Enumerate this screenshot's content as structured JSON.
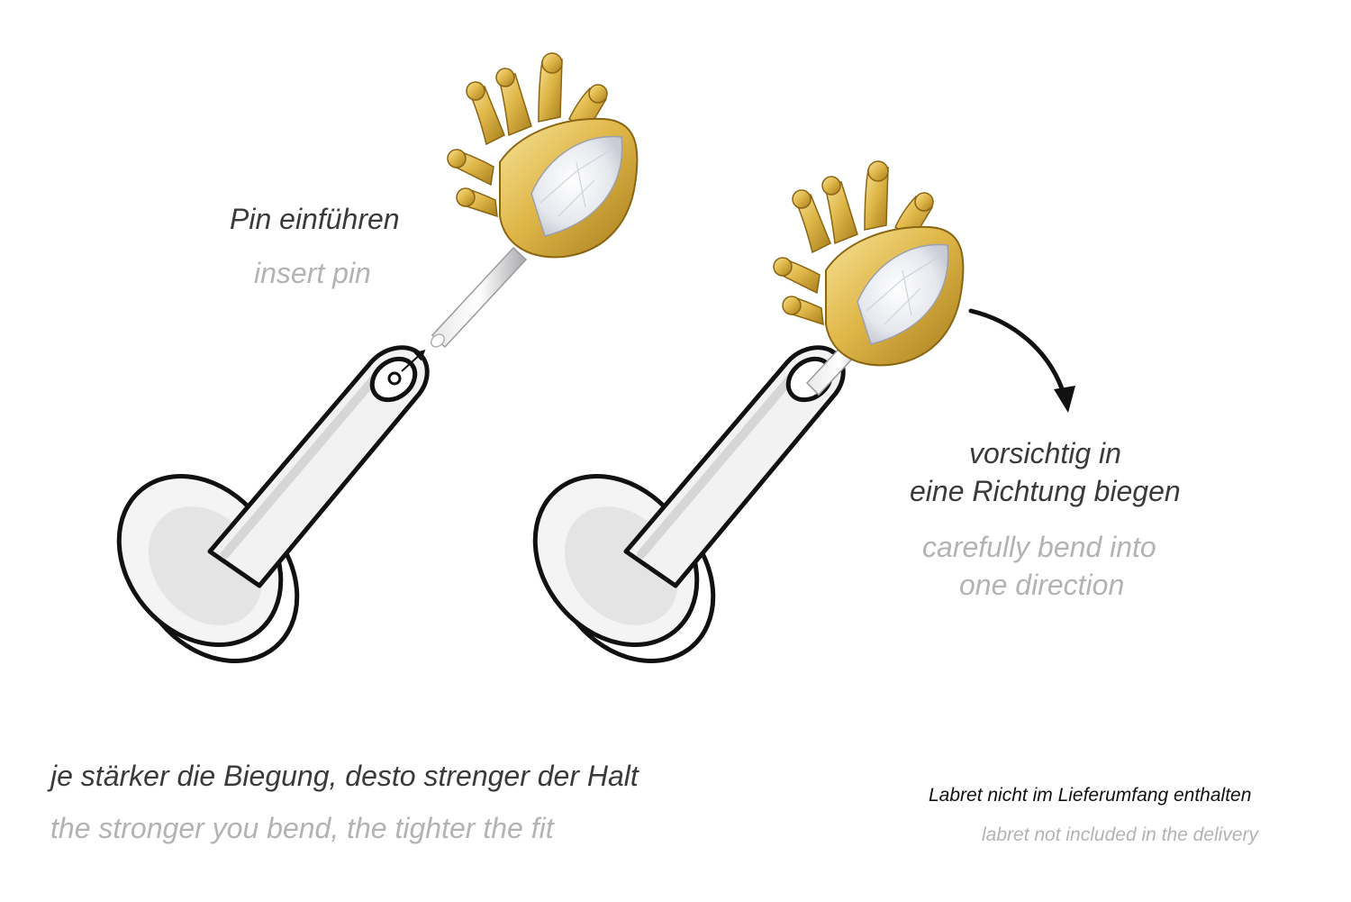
{
  "step_insert": {
    "title_de": "Pin einführen",
    "title_en": "insert pin"
  },
  "step_bend": {
    "title_de_line1": "vorsichtig in",
    "title_de_line2": "eine Richtung biegen",
    "title_en_line1": "carefully bend into",
    "title_en_line2": "one direction"
  },
  "footer": {
    "hint_de": "je stärker die Biegung, desto strenger der Halt",
    "hint_en": "the stronger you bend, the tighter the fit",
    "note_de": "Labret nicht im Lieferumfang enthalten",
    "note_en": "labret not included in the delivery"
  },
  "colors": {
    "gold": "#e0b84a",
    "gold_dark": "#a87d1c",
    "gold_light": "#f7e39a",
    "gem": "#eef0f4",
    "outline": "#111111",
    "pin": "#c9c9cc"
  },
  "icons": [
    "labret-base",
    "gold-eye-top",
    "bend-arrow-icon",
    "insert-arrow-icon"
  ]
}
